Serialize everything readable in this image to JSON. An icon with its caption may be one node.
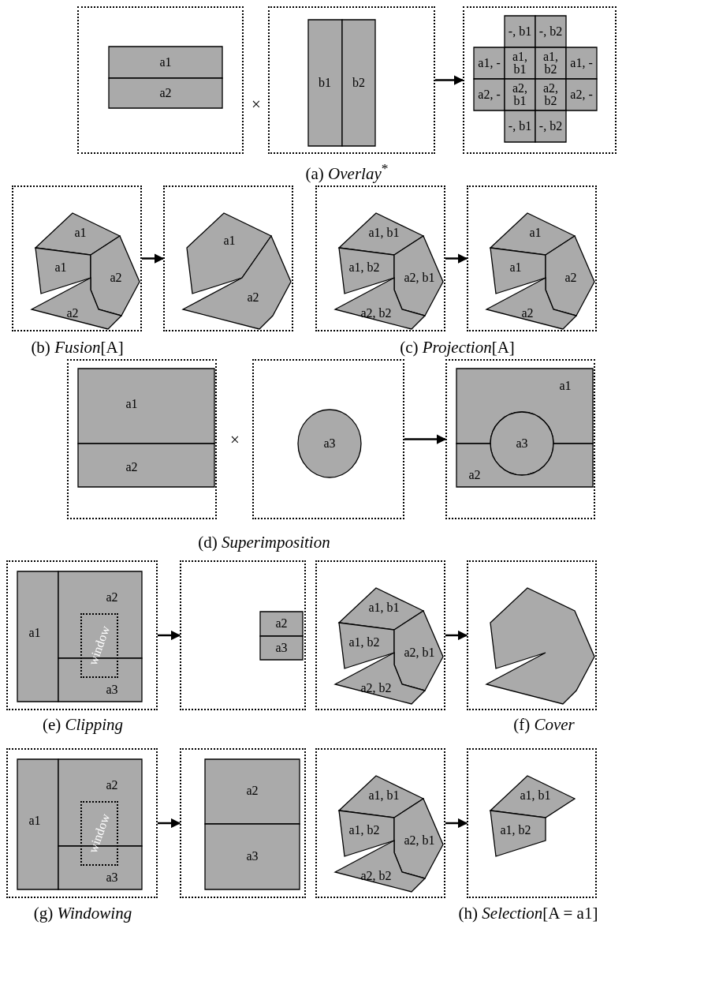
{
  "diagram": {
    "nodes": [
      {
        "text": [],
        "shape": "box"
      },
      {
        "text": [
          "a1"
        ],
        "in": 0
      },
      {
        "text": [
          "a2"
        ],
        "in": 0
      },
      {
        "text": [],
        "shape": "box"
      },
      {
        "text": [
          "b1"
        ],
        "in": 3
      },
      {
        "text": [
          "b2"
        ],
        "in": 3
      },
      {
        "text": [],
        "shape": "box"
      },
      {
        "text": [
          "-, b1"
        ],
        "in": 6
      },
      {
        "text": [
          "-, b2"
        ],
        "in": 6
      },
      {
        "text": [
          "a1, -"
        ],
        "in": 6
      },
      {
        "text": [
          "a1, b1"
        ],
        "in": 6
      },
      {
        "text": [
          "a1, b2"
        ],
        "in": 6
      },
      {
        "text": [
          "a1, -"
        ],
        "in": 6
      },
      {
        "text": [
          "a2, -"
        ],
        "in": 6
      },
      {
        "text": [
          "a2, b1"
        ],
        "in": 6
      },
      {
        "text": [
          "a2, b2"
        ],
        "in": 6
      },
      {
        "text": [
          "a2, -"
        ],
        "in": 6
      },
      {
        "text": [
          "-, b1"
        ],
        "in": 6
      },
      {
        "text": [
          "-, b2"
        ],
        "in": 6
      },
      {
        "text": [],
        "shape": "box"
      },
      {
        "text": [
          "a1"
        ],
        "in": 19
      },
      {
        "text": [
          "a1"
        ],
        "in": 19
      },
      {
        "text": [
          "a2"
        ],
        "in": 19
      },
      {
        "text": [
          "a2"
        ],
        "in": 19
      },
      {
        "text": [],
        "shape": "box"
      },
      {
        "text": [
          "a1"
        ],
        "in": 24
      },
      {
        "text": [
          "a2"
        ],
        "in": 24
      },
      {
        "text": [],
        "shape": "box"
      },
      {
        "text": [
          "a1, b1"
        ],
        "in": 27
      },
      {
        "text": [
          "a1, b2"
        ],
        "in": 27
      },
      {
        "text": [
          "a2, b1"
        ],
        "in": 27
      },
      {
        "text": [
          "a2, b2"
        ],
        "in": 27
      },
      {
        "text": [],
        "shape": "box"
      },
      {
        "text": [
          "a1"
        ],
        "in": 32
      },
      {
        "text": [
          "a1"
        ],
        "in": 32
      },
      {
        "text": [
          "a2"
        ],
        "in": 32
      },
      {
        "text": [
          "a2"
        ],
        "in": 32
      },
      {
        "text": [],
        "shape": "box"
      },
      {
        "text": [
          "a1"
        ],
        "in": 37
      },
      {
        "text": [
          "a2"
        ],
        "in": 37
      },
      {
        "text": [],
        "shape": "box"
      },
      {
        "text": [
          "a3"
        ],
        "in": 40
      },
      {
        "text": [],
        "shape": "box"
      },
      {
        "text": [
          "a1"
        ],
        "in": 42
      },
      {
        "text": [
          "a3"
        ],
        "in": 42
      },
      {
        "text": [
          "a2"
        ],
        "in": 42
      },
      {
        "text": [],
        "shape": "box"
      },
      {
        "text": [
          "a1"
        ],
        "in": 46
      },
      {
        "text": [
          "a2"
        ],
        "in": 46
      },
      {
        "text": [
          "window"
        ],
        "in": 46
      },
      {
        "text": [
          "a3"
        ],
        "in": 46
      },
      {
        "text": [],
        "shape": "box"
      },
      {
        "text": [
          "a2"
        ],
        "in": 51
      },
      {
        "text": [
          "a3"
        ],
        "in": 51
      },
      {
        "text": [],
        "shape": "box"
      },
      {
        "text": [
          "a1, b1"
        ],
        "in": 54
      },
      {
        "text": [
          "a1, b2"
        ],
        "in": 54
      },
      {
        "text": [
          "a2, b1"
        ],
        "in": 54
      },
      {
        "text": [
          "a2, b2"
        ],
        "in": 54
      },
      {
        "text": [],
        "shape": "box"
      },
      {
        "text": [],
        "shape": "polygon",
        "in": 59
      },
      {
        "text": [],
        "shape": "box"
      },
      {
        "text": [
          "a1"
        ],
        "in": 61
      },
      {
        "text": [
          "a2"
        ],
        "in": 61
      },
      {
        "text": [
          "window"
        ],
        "in": 61
      },
      {
        "text": [
          "a3"
        ],
        "in": 61
      },
      {
        "text": [],
        "shape": "box"
      },
      {
        "text": [
          "a2"
        ],
        "in": 66
      },
      {
        "text": [
          "a3"
        ],
        "in": 66
      },
      {
        "text": [],
        "shape": "box"
      },
      {
        "text": [
          "a1, b1"
        ],
        "in": 69
      },
      {
        "text": [
          "a1, b2"
        ],
        "in": 69
      },
      {
        "text": [
          "a2, b1"
        ],
        "in": 69
      },
      {
        "text": [
          "a2, b2"
        ],
        "in": 69
      },
      {
        "text": [],
        "shape": "box"
      },
      {
        "text": [
          "a1, b1"
        ],
        "in": 74
      },
      {
        "text": [
          "a1, b2"
        ],
        "in": 74
      }
    ],
    "edges": [
      {
        "from": 3,
        "to": 6,
        "arrow": "to"
      },
      {
        "from": 19,
        "to": 24,
        "arrow": "to"
      },
      {
        "from": 27,
        "to": 32,
        "arrow": "to"
      },
      {
        "from": 40,
        "to": 42,
        "arrow": "to"
      },
      {
        "from": 46,
        "to": 51,
        "arrow": "to"
      },
      {
        "from": 54,
        "to": 59,
        "arrow": "to"
      },
      {
        "from": 61,
        "to": 66,
        "arrow": "to"
      },
      {
        "from": 69,
        "to": 74,
        "arrow": "to"
      }
    ],
    "labels": [
      "×",
      "(a) *Overlay*$^{*}$",
      "(b) *Fusion*[A]",
      "(c) *Projection*[A]",
      "×",
      "(d) *Superimposition*",
      "(e) *Clipping*",
      "(f) *Cover*",
      "(g) *Windowing*",
      "(h) *Selection*[A = a1]"
    ]
  }
}
